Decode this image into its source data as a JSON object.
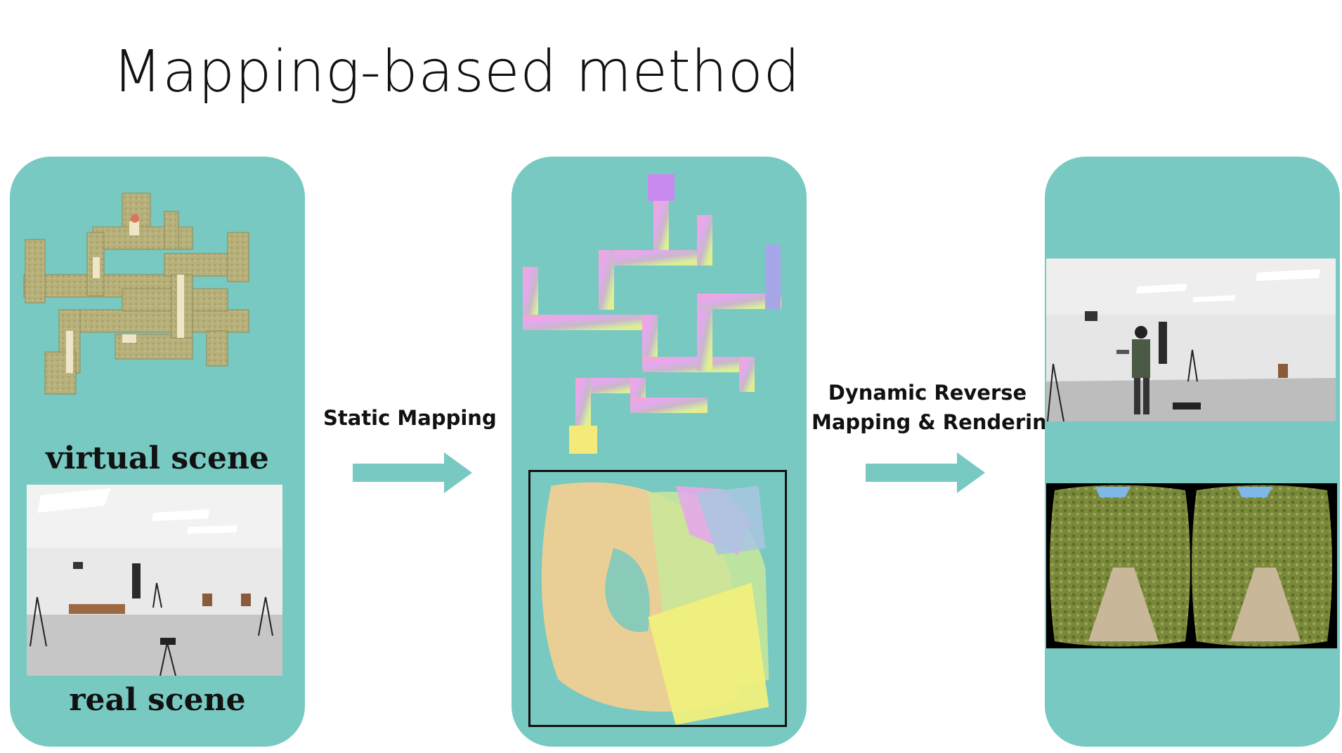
{
  "slide": {
    "title": "Mapping-based method"
  },
  "panel_left": {
    "virtual_caption": "virtual scene",
    "real_caption": "real scene"
  },
  "arrow_1": {
    "label": "Static Mapping"
  },
  "arrow_2": {
    "label_line1": "Dynamic Reverse",
    "label_line2": "Mapping & Rendering"
  },
  "colors": {
    "panel": "#77c9c1",
    "arrow": "#77c9c1",
    "maze_wall": "#b9b27c",
    "text": "#111111"
  }
}
